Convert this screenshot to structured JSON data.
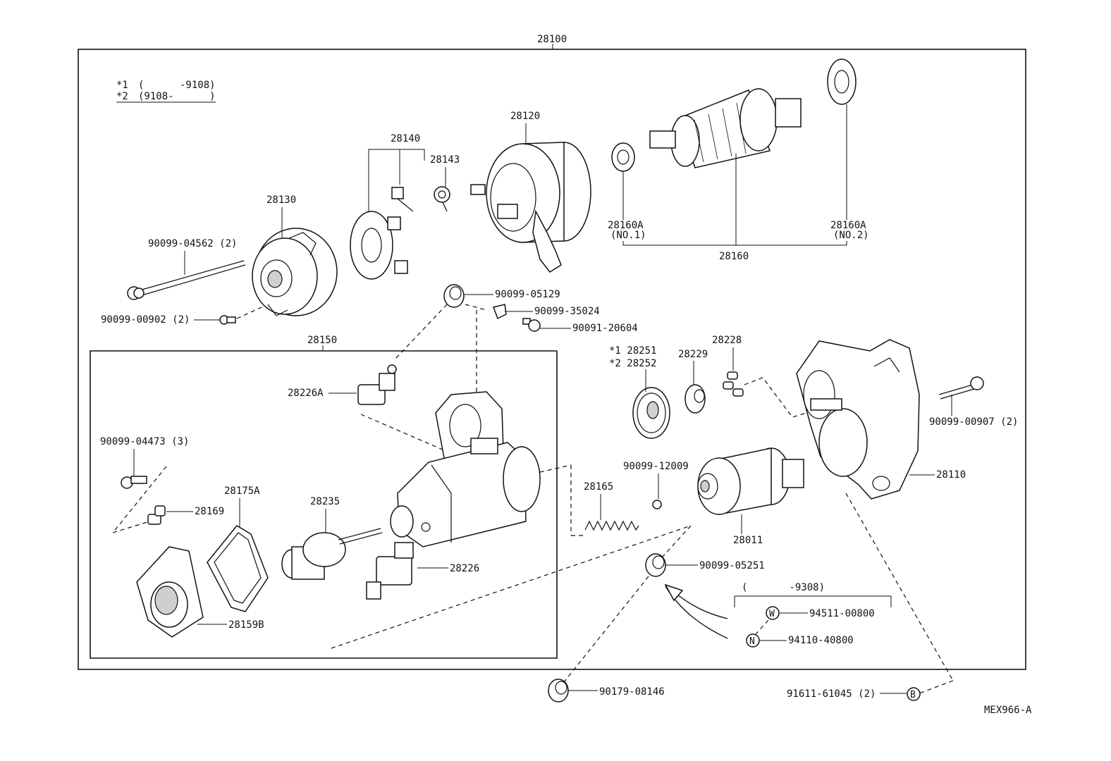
{
  "header": {
    "assembly_number": "28100"
  },
  "notes": [
    {
      "mark": "*1",
      "range": "(      -9108)"
    },
    {
      "mark": "*2",
      "range": "(9108-      )"
    }
  ],
  "labels": {
    "p28120": "28120",
    "p28140": "28140",
    "p28143": "28143",
    "p28130": "28130",
    "p90099_04562": "90099-04562 (2)",
    "p90099_00902": "90099-00902 (2)",
    "p28160a_1": "28160A",
    "p28160a_1_sub": "(NO.1)",
    "p28160a_2": "28160A",
    "p28160a_2_sub": "(NO.2)",
    "p28160": "28160",
    "p90099_05129": "90099-05129",
    "p90099_35024": "90099-35024",
    "p90091_20604": "90091-20604",
    "p28150": "28150",
    "p28226a": "28226A",
    "p90099_04473": "90099-04473 (3)",
    "p28175a": "28175A",
    "p28169": "28169",
    "p28235": "28235",
    "p28226": "28226",
    "p28159b": "28159B",
    "note1_part": "*1 28251",
    "note2_part": "*2 28252",
    "p28229": "28229",
    "p28228": "28228",
    "p90099_00907": "90099-00907 (2)",
    "p28110": "28110",
    "p90099_12009": "90099-12009",
    "p28165": "28165",
    "p28011": "28011",
    "p90099_05251": "90099-05251",
    "range_9308": "(       -9308)",
    "w_mark": "W",
    "p94511_00800": "94511-00800",
    "n_mark": "N",
    "p94110_40800": "94110-40800",
    "p90179_08146": "90179-08146",
    "p91611_61045": "91611-61045 (2)",
    "b_mark": "B",
    "code": "MEX966-A"
  }
}
